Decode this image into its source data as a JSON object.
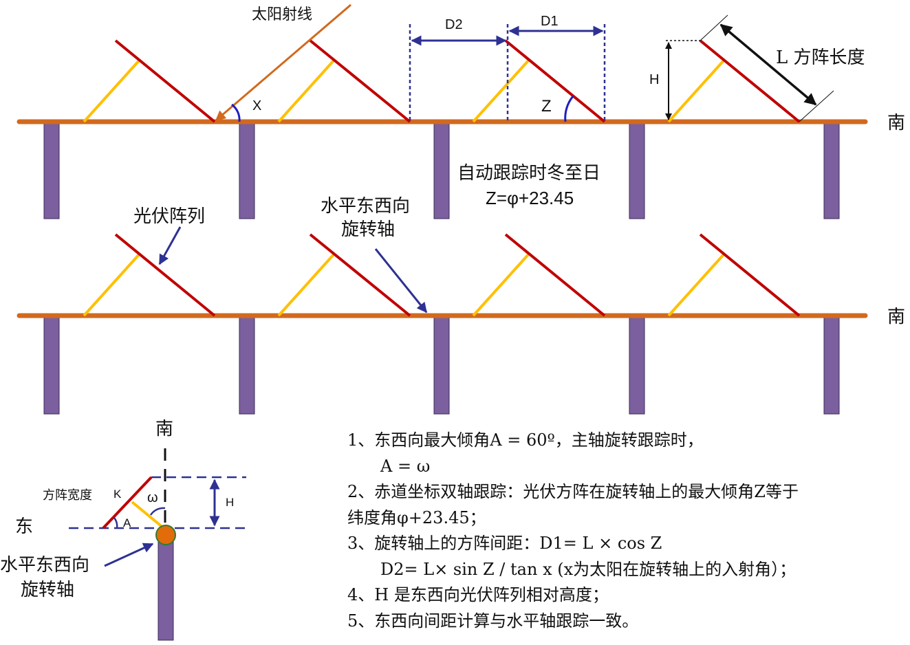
{
  "labels": {
    "sun_ray": "太阳射线",
    "angle_x": "X",
    "d2": "D2",
    "d1": "D1",
    "angle_z": "Z",
    "h": "H",
    "array_length": "L 方阵长度",
    "south": "南",
    "winter_solstice": "自动跟踪时冬至日",
    "z_formula": "Z=φ+23.45",
    "pv_array": "光伏阵列",
    "axis_line1": "水平东西向",
    "axis_line2": "旋转轴"
  },
  "inset": {
    "south": "南",
    "east": "东",
    "width_label": "方阵宽度",
    "k": "K",
    "omega": "ω",
    "a": "A",
    "h": "H",
    "axis_line1": "水平东西向",
    "axis_line2": "旋转轴"
  },
  "notes": [
    "1、东西向最大倾角A  = 60º，主轴旋转跟踪时，",
    "A = ω",
    "2、赤道坐标双轴跟踪：光伏方阵在旋转轴上的最大倾角Z等于",
    "纬度角φ+23.45；",
    "3、旋转轴上的方阵间距：D1= L × cos Z",
    "D2= L× sin Z / tan x (x为太阳在旋转轴上的入射角）；",
    "4、H 是东西向光伏阵列相对高度；",
    "5、东西向间距计算与水平轴跟踪一致。"
  ],
  "colors": {
    "axis": "#D2691E",
    "post": "#7B5F9E",
    "panel": "#C00000",
    "support": "#FFC000",
    "arrow": "#2E3192",
    "sun_ray": "#D2691E"
  }
}
